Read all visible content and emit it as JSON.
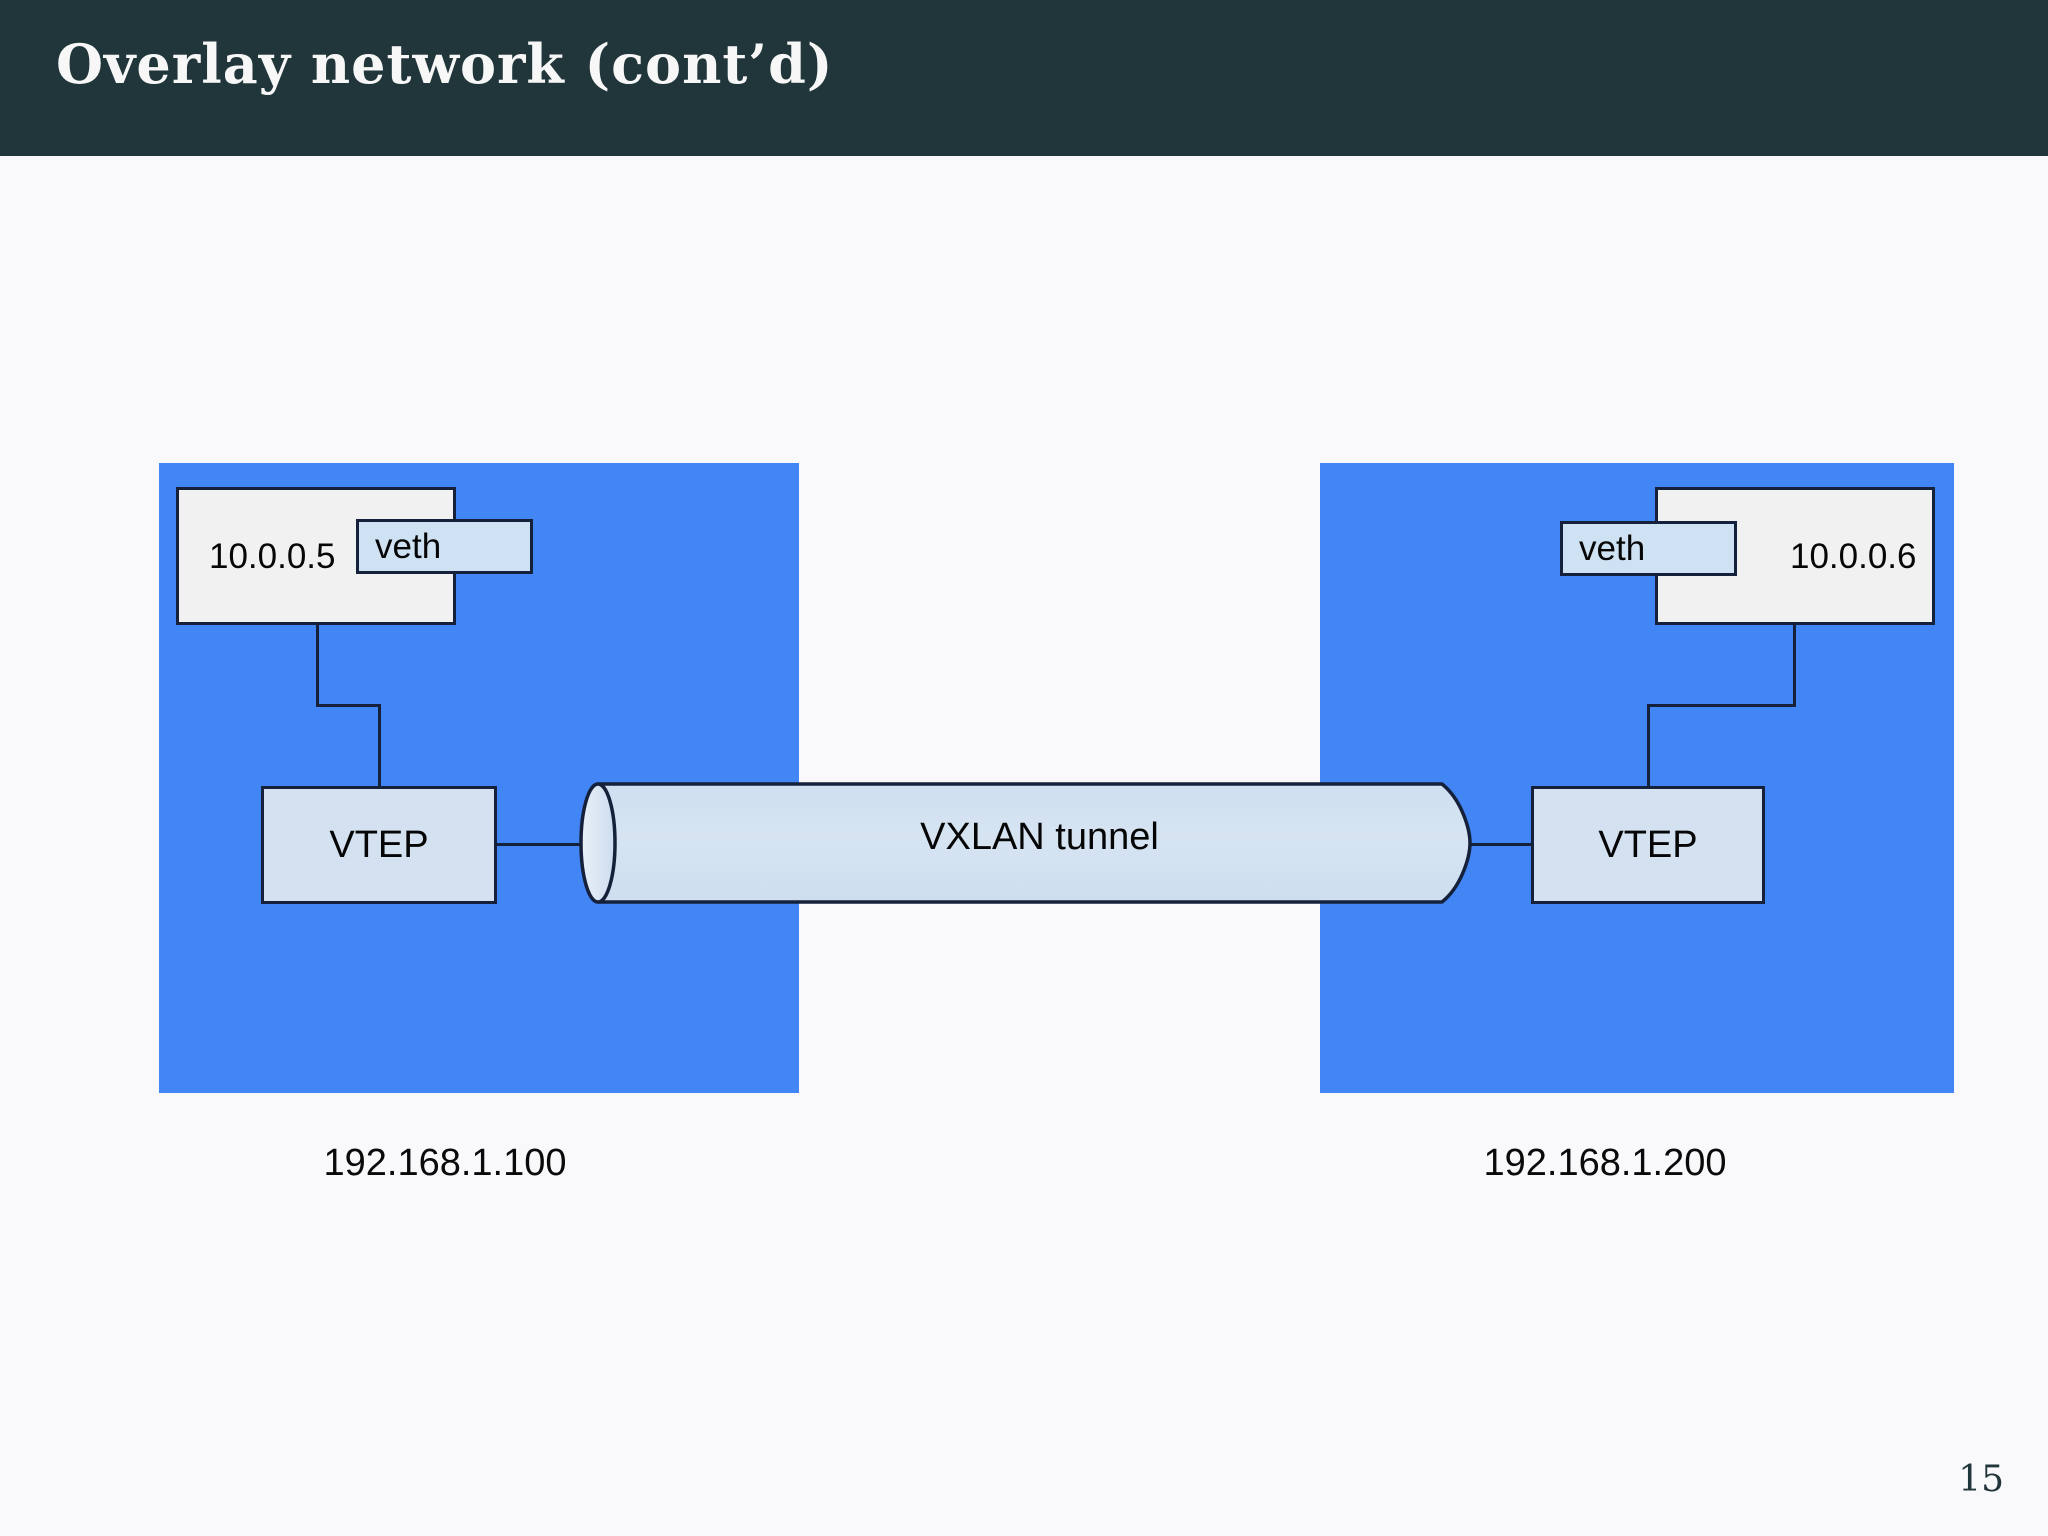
{
  "slide": {
    "title": "Overlay network (cont’d)",
    "page_number": "15",
    "header_color": "#20363a",
    "background_color": "#f9f8fb"
  },
  "diagram": {
    "type": "network-topology",
    "host_zone_color": "#4285f4",
    "namespace_box_color": "#f1f1f1",
    "veth_box_color": "#cfe2f3",
    "vtep_box_color": "#d3e1f0",
    "tunnel_color": "#d3e2f0",
    "stroke_color": "#15213a",
    "hosts": [
      {
        "id": "host-left",
        "underlay_ip": "192.168.1.100",
        "namespace_ip": "10.0.0.5",
        "veth_label": "veth",
        "vtep_label": "VTEP"
      },
      {
        "id": "host-right",
        "underlay_ip": "192.168.1.200",
        "namespace_ip": "10.0.0.6",
        "veth_label": "veth",
        "vtep_label": "VTEP"
      }
    ],
    "tunnel": {
      "label": "VXLAN tunnel",
      "from": "host-left",
      "to": "host-right"
    }
  }
}
